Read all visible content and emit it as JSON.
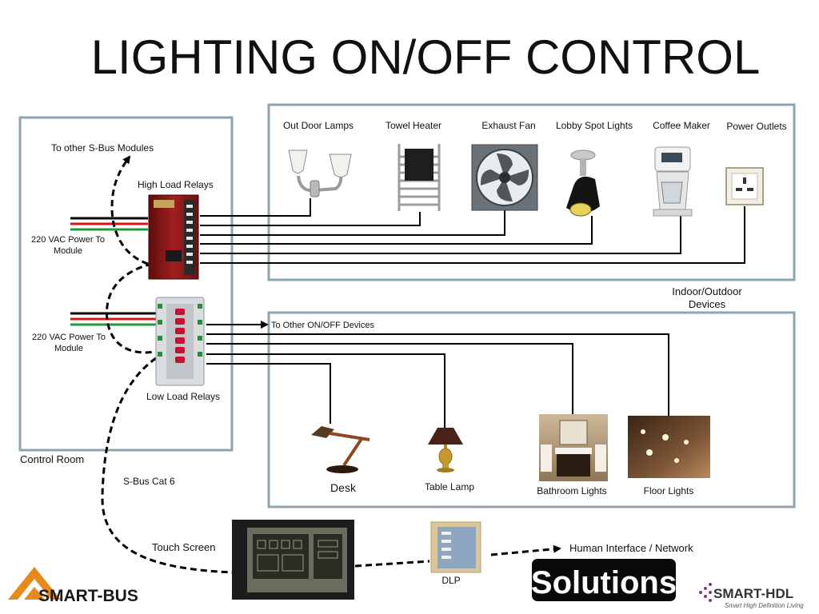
{
  "title": "LIGHTING ON/OFF CONTROL",
  "control_room": {
    "label": "Control Room",
    "to_other_sbus": "To other S-Bus Modules",
    "high_load_relays": "High Load Relays",
    "low_load_relays": "Low Load Relays",
    "power_high_line1": "220 VAC Power To",
    "power_high_line2": "Module",
    "power_low_line1": "220 VAC Power To",
    "power_low_line2": "Module",
    "sbus_cat6": "S-Bus Cat 6"
  },
  "indoor_outdoor": {
    "label_line1": "Indoor/Outdoor",
    "label_line2": "Devices",
    "devices": [
      {
        "label": "Out Door Lamps",
        "icon": "wall-lamp-icon"
      },
      {
        "label": "Towel Heater",
        "icon": "towel-heater-icon"
      },
      {
        "label": "Exhaust Fan",
        "icon": "exhaust-fan-icon"
      },
      {
        "label": "Lobby Spot Lights",
        "icon": "spot-light-icon"
      },
      {
        "label": "Coffee Maker",
        "icon": "coffee-maker-icon"
      },
      {
        "label": "Power Outlets",
        "icon": "power-outlet-icon"
      }
    ]
  },
  "onoff_devices": {
    "to_other": "To Other  ON/OFF Devices",
    "devices": [
      {
        "label": "Desk",
        "icon": "desk-lamp-icon"
      },
      {
        "label": "Table Lamp",
        "icon": "table-lamp-icon"
      },
      {
        "label": "Bathroom Lights",
        "icon": "bathroom-lights-icon"
      },
      {
        "label": "Floor Lights",
        "icon": "floor-lights-icon"
      }
    ]
  },
  "bottom": {
    "touch_screen": "Touch Screen",
    "dlp": "DLP",
    "human_interface": "Human Interface / Network",
    "solutions": "Solutions"
  },
  "logos": {
    "smart_bus": "SMART-BUS",
    "smart_hdl": "SMART-HDL",
    "smart_hdl_tagline": "Smart High Definition Living"
  },
  "colors": {
    "frame": "#8fa4ad",
    "smart_bus_orange": "#e8891c",
    "relay_red": "#9b1b1b",
    "power_red": "#d8141a",
    "power_green": "#1f9c3a",
    "hdl_purple": "#7a3a8f"
  }
}
